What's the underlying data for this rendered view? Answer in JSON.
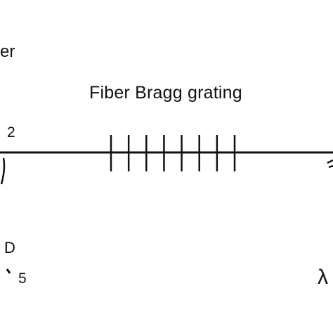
{
  "diagram": {
    "labels": {
      "fiber_partial": "er",
      "fiber_bragg_grating": "Fiber Bragg grating",
      "port_2": "2",
      "detector_partial": "D",
      "port_5": "5",
      "wavelength_symbol": "λ"
    },
    "grating": {
      "line_count": 8
    },
    "colors": {
      "ink": "#111111",
      "background": "#ffffff"
    }
  }
}
